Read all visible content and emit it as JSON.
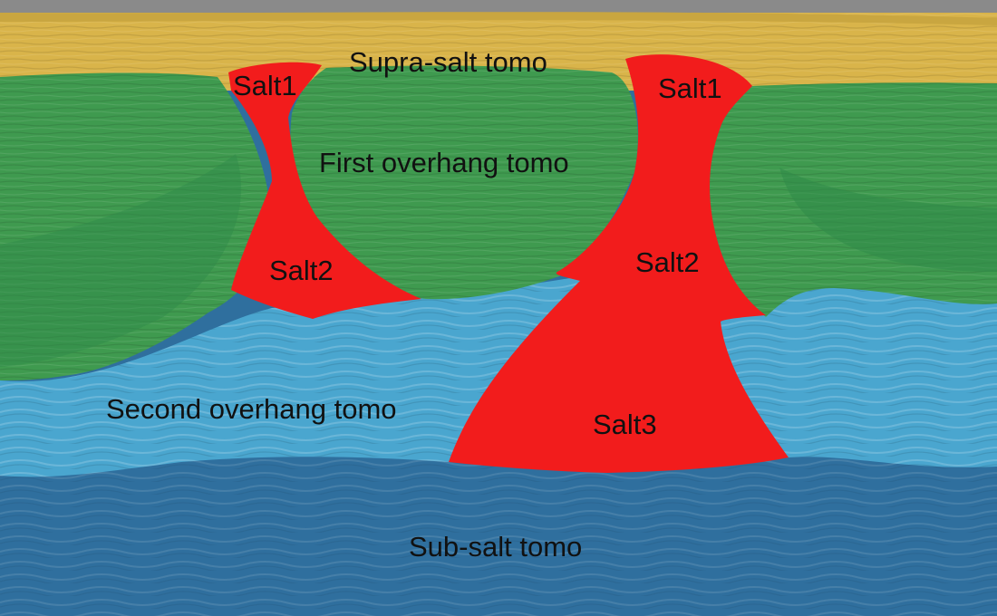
{
  "labels": {
    "supra": "Supra-salt tomo",
    "first_overhang": "First overhang tomo",
    "second_overhang": "Second overhang tomo",
    "sub_salt": "Sub-salt tomo",
    "salt1": "Salt1",
    "salt2": "Salt2",
    "salt3": "Salt3"
  },
  "colors": {
    "supra": "#d9b44a",
    "first_overhang": "#3f9a4f",
    "second_overhang": "#4aa6cf",
    "sub_salt": "#2f6f9e",
    "salt": "#f21c1c",
    "text": "#111111"
  }
}
